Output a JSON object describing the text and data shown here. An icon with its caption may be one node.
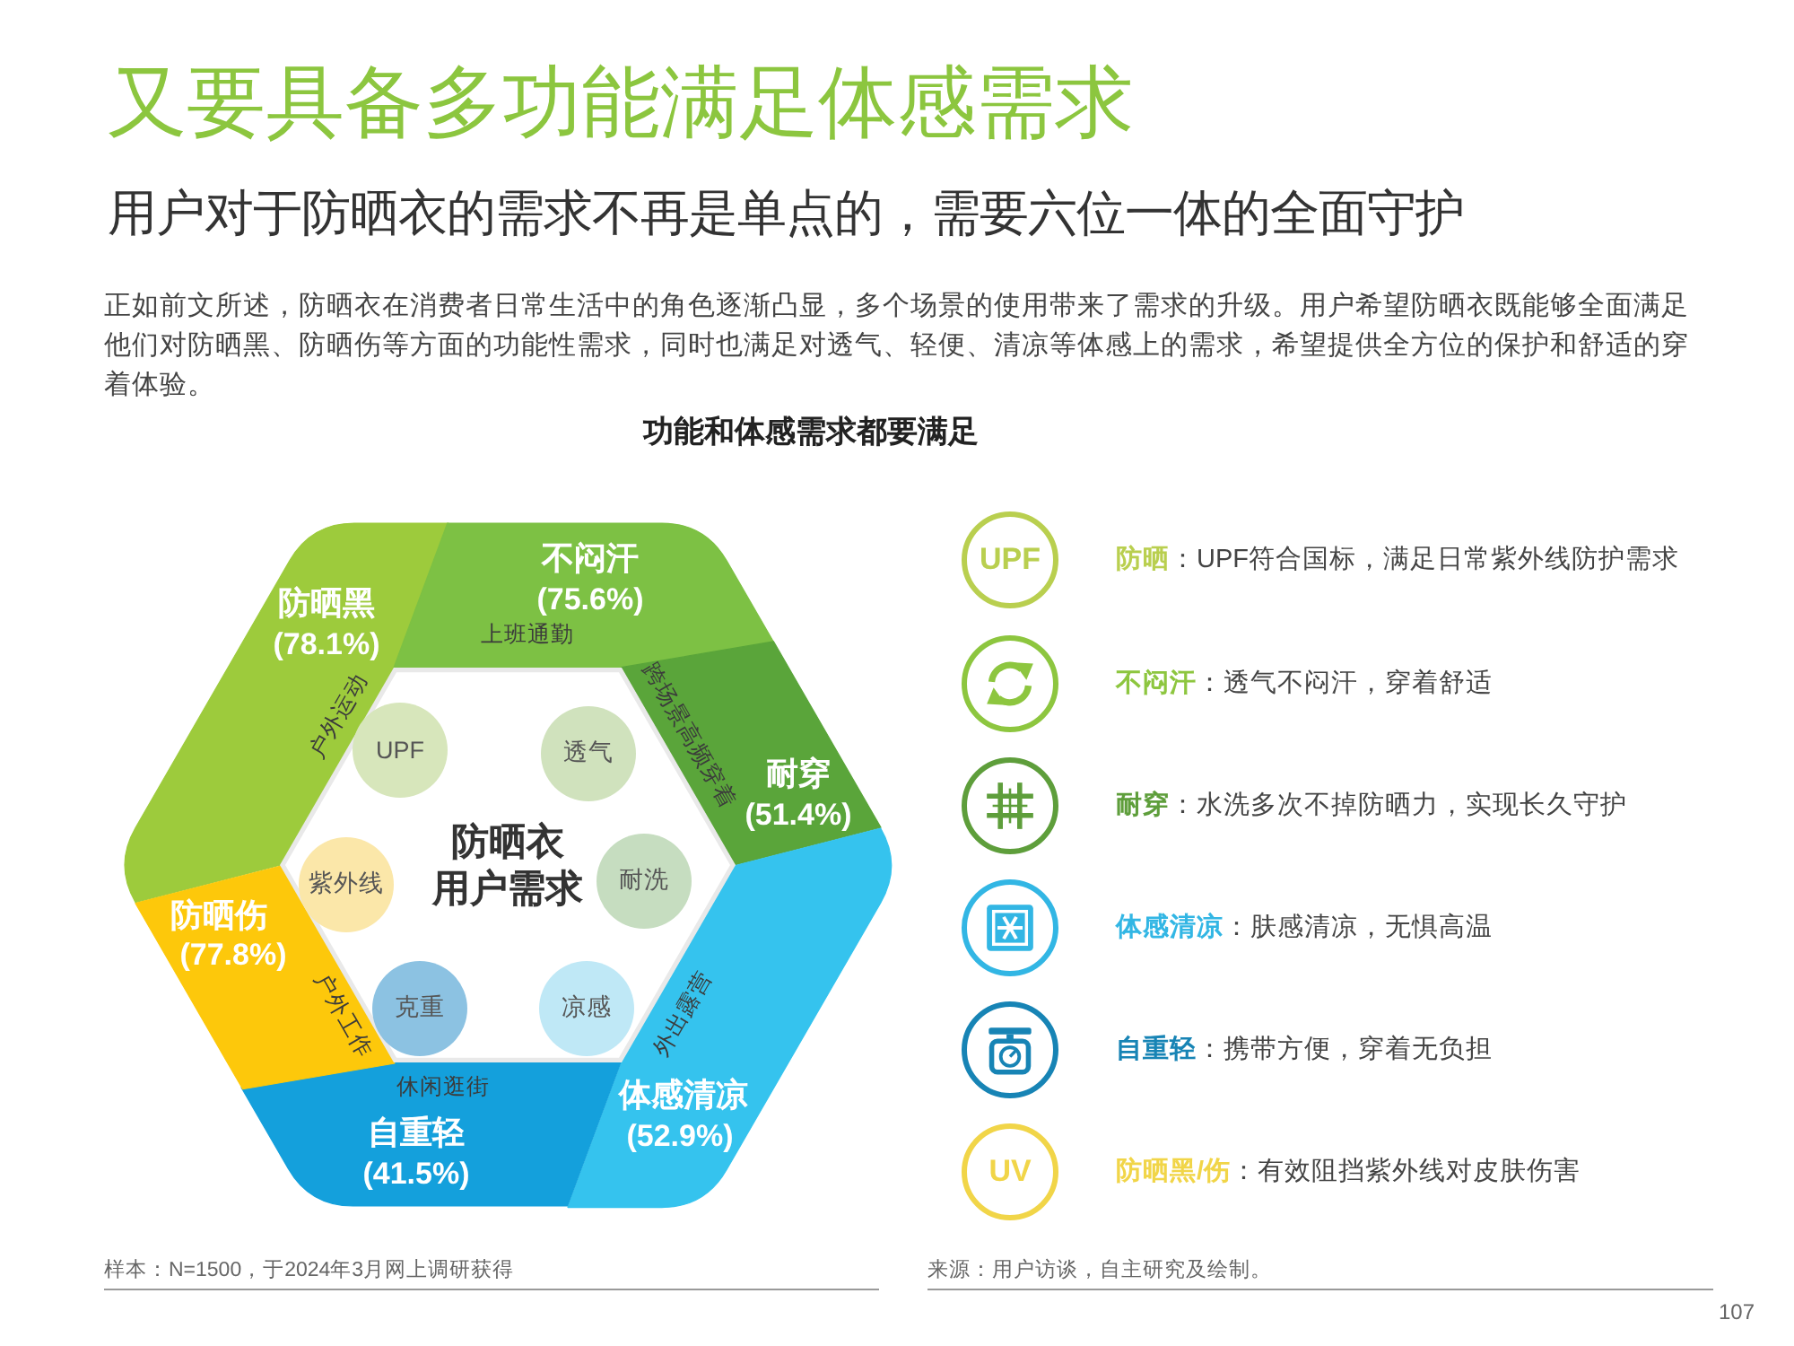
{
  "diagram": {
    "title": "又要具备多功能满足体感需求",
    "nodes": [
      {
        "text": [
          "防晒黑",
          "(78.1%)",
          "户外运动"
        ]
      },
      {
        "text": [
          "不闷汗",
          "(75.6%)",
          "上班通勤"
        ]
      },
      {
        "text": [
          "跨场景高频穿着",
          "耐穿",
          "(51.4%)"
        ]
      },
      {
        "text": [
          "外出露营",
          "体感清凉",
          "(52.9%)"
        ]
      },
      {
        "text": [
          "休闲逛街",
          "自重轻",
          "(41.5%)"
        ]
      },
      {
        "text": [
          "防晒伤",
          "(77.8%)",
          "户外工作"
        ]
      },
      {
        "text": [
          "防晒衣用户需求"
        ]
      },
      {
        "text": [
          "UPF"
        ],
        "in": 6
      },
      {
        "text": [
          "透气"
        ],
        "in": 6
      },
      {
        "text": [
          "紫外线"
        ],
        "in": 6
      },
      {
        "text": [
          "耐洗"
        ],
        "in": 6
      },
      {
        "text": [
          "克重"
        ],
        "in": 6
      },
      {
        "text": [
          "凉感"
        ],
        "in": 6
      },
      {
        "text": [
          "UPF"
        ],
        "beside": [
          "**防晒**：UPF符合国标，满足日常紫外线防护需求"
        ]
      },
      {
        "text": [],
        "shape": "circle",
        "beside": [
          "**不闷汗**：透气不闷汗，穿着舒适"
        ]
      },
      {
        "text": [],
        "shape": "circle",
        "beside": [
          "**耐穿**：水洗多次不掉防晒力，实现长久守护"
        ]
      },
      {
        "text": [],
        "shape": "circle",
        "beside": [
          "**体感清凉**：肤感清凉，无惧高温"
        ]
      },
      {
        "text": [],
        "shape": "circle",
        "beside": [
          "**自重轻**：携带方便，穿着无负担"
        ]
      },
      {
        "text": [
          "UV"
        ],
        "beside": [
          "**防晒黑/伤**：有效阻挡紫外线对皮肤伤害"
        ]
      }
    ],
    "labels": [
      "用户对于防晒衣的需求不再是单点的，需要六位一体的全面守护",
      "正如前文所述，防晒衣在消费者日常生活中的角色逐渐凸显，多个场景的使用带来了需求的升级。用户希望防晒衣既能够全面满足他们对防晒黑、防晒伤等方面的功能性需求，同时也满足对透气、轻便、清凉等体感上的需求，希望提供全方位的保护和舒适的穿着体验。",
      "功能和体感需求都要满足",
      "样本：N=1500，于2024年3月网上调研获得",
      "来源：用户访谈，自主研究及绘制。",
      "107"
    ]
  }
}
